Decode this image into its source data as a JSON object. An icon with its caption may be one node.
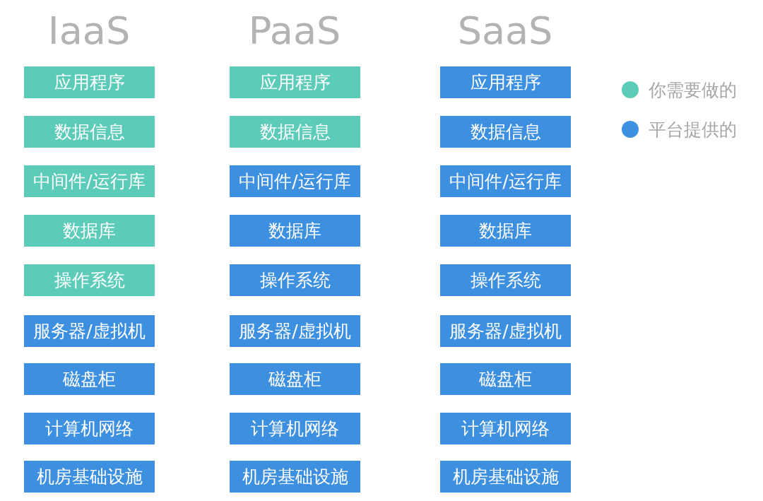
{
  "diagram": {
    "nodes": [
      {
        "text": [
          "应用程序"
        ]
      },
      {
        "text": [
          "数据信息"
        ]
      },
      {
        "text": [
          "中间件/运行库"
        ]
      },
      {
        "text": [
          "数据库"
        ]
      },
      {
        "text": [
          "操作系统"
        ]
      },
      {
        "text": [
          "服务器/虚拟机"
        ]
      },
      {
        "text": [
          "磁盘柜"
        ]
      },
      {
        "text": [
          "计算机网络"
        ]
      },
      {
        "text": [
          "机房基础设施"
        ]
      },
      {
        "text": [
          "应用程序"
        ]
      },
      {
        "text": [
          "数据信息"
        ]
      },
      {
        "text": [
          "中间件/运行库"
        ]
      },
      {
        "text": [
          "数据库"
        ]
      },
      {
        "text": [
          "操作系统"
        ]
      },
      {
        "text": [
          "服务器/虚拟机"
        ]
      },
      {
        "text": [
          "磁盘柜"
        ]
      },
      {
        "text": [
          "计算机网络"
        ]
      },
      {
        "text": [
          "机房基础设施"
        ]
      },
      {
        "text": [
          "应用程序"
        ]
      },
      {
        "text": [
          "数据信息"
        ]
      },
      {
        "text": [
          "中间件/运行库"
        ]
      },
      {
        "text": [
          "数据库"
        ]
      },
      {
        "text": [
          "操作系统"
        ]
      },
      {
        "text": [
          "服务器/虚拟机"
        ]
      },
      {
        "text": [
          "磁盘柜"
        ]
      },
      {
        "text": [
          "计算机网络"
        ]
      },
      {
        "text": [
          "机房基础设施"
        ]
      }
    ],
    "labels": [
      "IaaS",
      "PaaS",
      "SaaS"
    ],
    "legend": [
      {
        "text": "你需要做的",
        "color": "#5ccbb7"
      },
      {
        "text": "平台提供的",
        "color": "#3d8fe0"
      }
    ]
  }
}
